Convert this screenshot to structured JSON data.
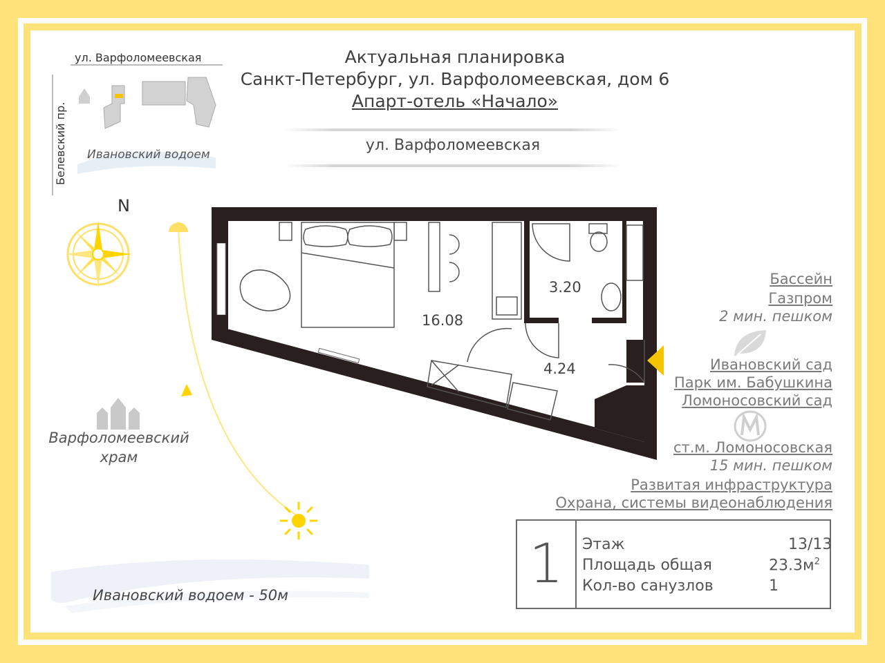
{
  "header": {
    "line1": "Актуальная планировка",
    "line2": "Санкт-Петербург, ул. Варфоломеевская, дом 6",
    "line3": "Апарт-отель «Начало»"
  },
  "street_label": "ул. Варфоломеевская",
  "mini_map": {
    "street_top": "ул. Варфоломеевская",
    "street_side": "Белевский пр.",
    "pond": "Ивановский водоем"
  },
  "compass_label": "N",
  "church_label_1": "Варфоломеевский",
  "church_label_2": "храм",
  "pond_distance": "Ивановский водоем - 50м",
  "rooms": {
    "living": "16.08",
    "bath": "3.20",
    "hall": "4.24"
  },
  "amenities": {
    "pool_1": "Бассейн",
    "pool_2": "Газпром",
    "pool_time": "2 мин. пешком",
    "park_1": "Ивановский сад",
    "park_2": "Парк им. Бабушкина",
    "park_3": "Ломоносовский сад",
    "metro": "ст.м. Ломоносовская",
    "metro_time": "15 мин. пешком",
    "infra": "Развитая инфраструктура",
    "security": "Охрана, системы видеонаблюдения"
  },
  "card": {
    "rooms_count": "1",
    "floor_label": "Этаж",
    "floor_value": "13/13",
    "area_label": "Площадь общая",
    "area_value": "23.3м",
    "area_sup": "2",
    "baths_label": "Кол-во санузлов",
    "baths_value": "1"
  },
  "colors": {
    "frame": "#ffe27a",
    "sun": "#ffd400",
    "wall": "#2a1f1f",
    "accent_marker": "#f5c400"
  },
  "icons": [
    "church-icon",
    "compass-rose-icon",
    "sun-icon",
    "leaf-icon",
    "metro-icon",
    "entrance-marker-icon"
  ]
}
